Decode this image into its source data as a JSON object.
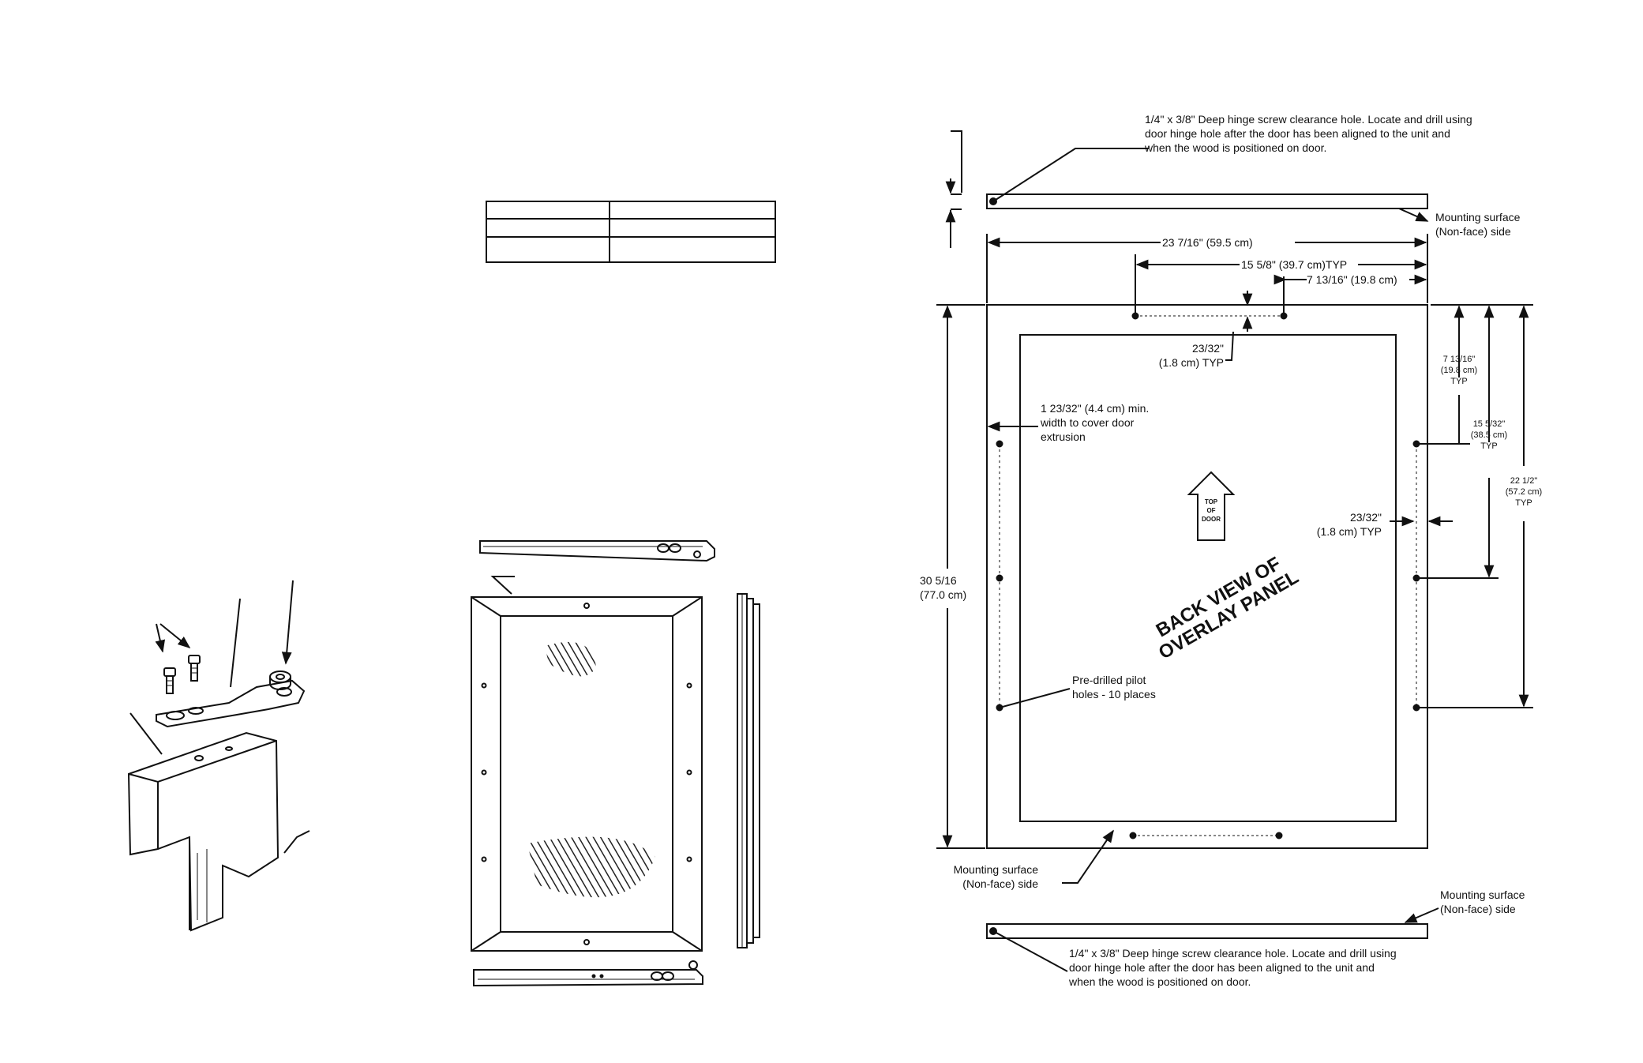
{
  "hinge_note_top": {
    "line1": "1/4\" x 3/8\" Deep hinge screw clearance hole.  Locate and drill using",
    "line2": "door hinge hole after the door has been aligned to the unit and",
    "line3": "when the wood is positioned on door."
  },
  "hinge_note_bottom": {
    "line1": "1/4\" x 3/8\" Deep hinge screw clearance hole.  Locate and drill using",
    "line2": "door hinge hole after the door has been aligned to the unit and",
    "line3": "when the wood is positioned on door."
  },
  "mounting_top_right": {
    "line1": "Mounting surface",
    "line2": "(Non-face) side"
  },
  "mounting_bottom_left": {
    "line1": "Mounting surface",
    "line2": "(Non-face) side"
  },
  "mounting_bottom_right": {
    "line1": "Mounting surface",
    "line2": "(Non-face) side"
  },
  "dimensions": {
    "width_total": "23 7/16\" (59.5 cm)",
    "hole_span": "15 5/8\" (39.7 cm)TYP",
    "hole_offset": "7 13/16\" (19.8 cm)",
    "top_inset": {
      "line1": "23/32\"",
      "line2": "(1.8 cm) TYP"
    },
    "min_width": {
      "line1": "1 23/32\" (4.4 cm) min.",
      "line2": "width to cover door",
      "line3": "extrusion"
    },
    "right_v1": {
      "line1": "7 13/16\"",
      "line2": "(19.8 cm)",
      "line3": "TYP"
    },
    "right_v2": {
      "line1": "15  5/32\"",
      "line2": "(38.5 cm)",
      "line3": "TYP"
    },
    "right_v3": {
      "line1": "22 1/2\"",
      "line2": "(57.2 cm)",
      "line3": "TYP"
    },
    "right_inset": {
      "line1": "23/32\"",
      "line2": "(1.8 cm) TYP"
    },
    "height_total": {
      "line1": "30 5/16",
      "line2": "(77.0 cm)"
    }
  },
  "top_of_door": {
    "line1": "TOP",
    "line2": "OF",
    "line3": "DOOR"
  },
  "panel_title": {
    "line1": "BACK VIEW OF",
    "line2": "OVERLAY PANEL"
  },
  "pilot_note": {
    "line1": "Pre-drilled pilot",
    "line2": "holes - 10 places"
  },
  "table": {
    "headers": [
      "",
      ""
    ],
    "rows": [
      [
        "",
        ""
      ],
      [
        "",
        ""
      ]
    ]
  },
  "colors": {
    "ink": "#111111",
    "paper": "#ffffff",
    "hatch": "#333333"
  }
}
